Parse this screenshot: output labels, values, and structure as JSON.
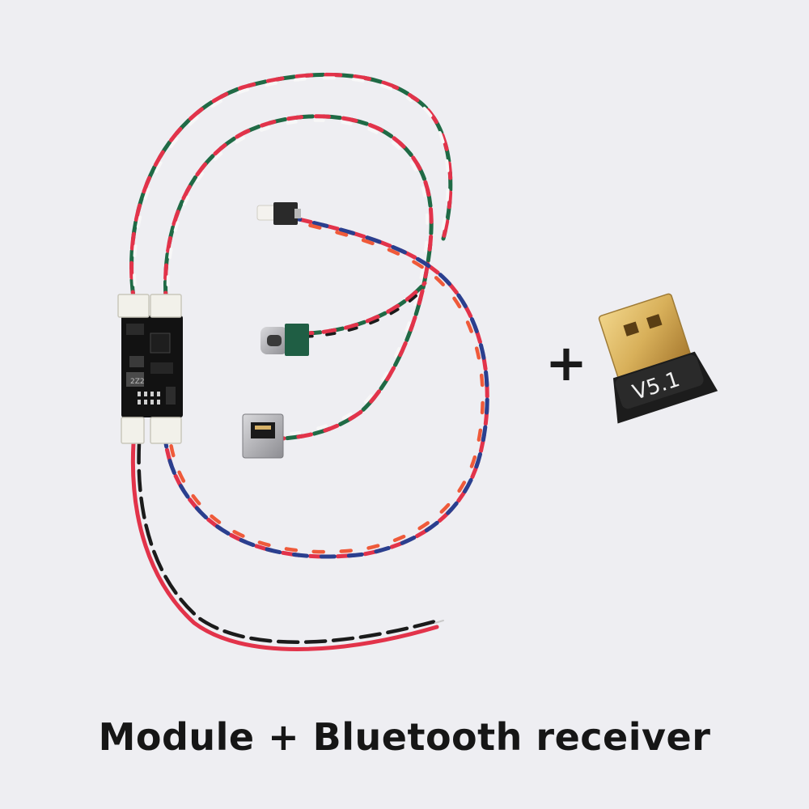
{
  "photo": {
    "caption": "Module + Bluetooth receiver",
    "plus": "+",
    "dongle_label": "V5.1",
    "board_marking": "2Z2",
    "colors": {
      "background": "#eeeef2",
      "wire_red": "#e2334a",
      "wire_green": "#1f6a45",
      "wire_white": "#f7f7f7",
      "wire_black": "#1b1b1b",
      "wire_blue": "#2a3f8f",
      "wire_orange": "#ef5a3a",
      "pcb": "#121212",
      "connector": "#f2f1ea",
      "usb_gold": "#d8b05a",
      "dongle_body": "#1c1c1c"
    }
  }
}
